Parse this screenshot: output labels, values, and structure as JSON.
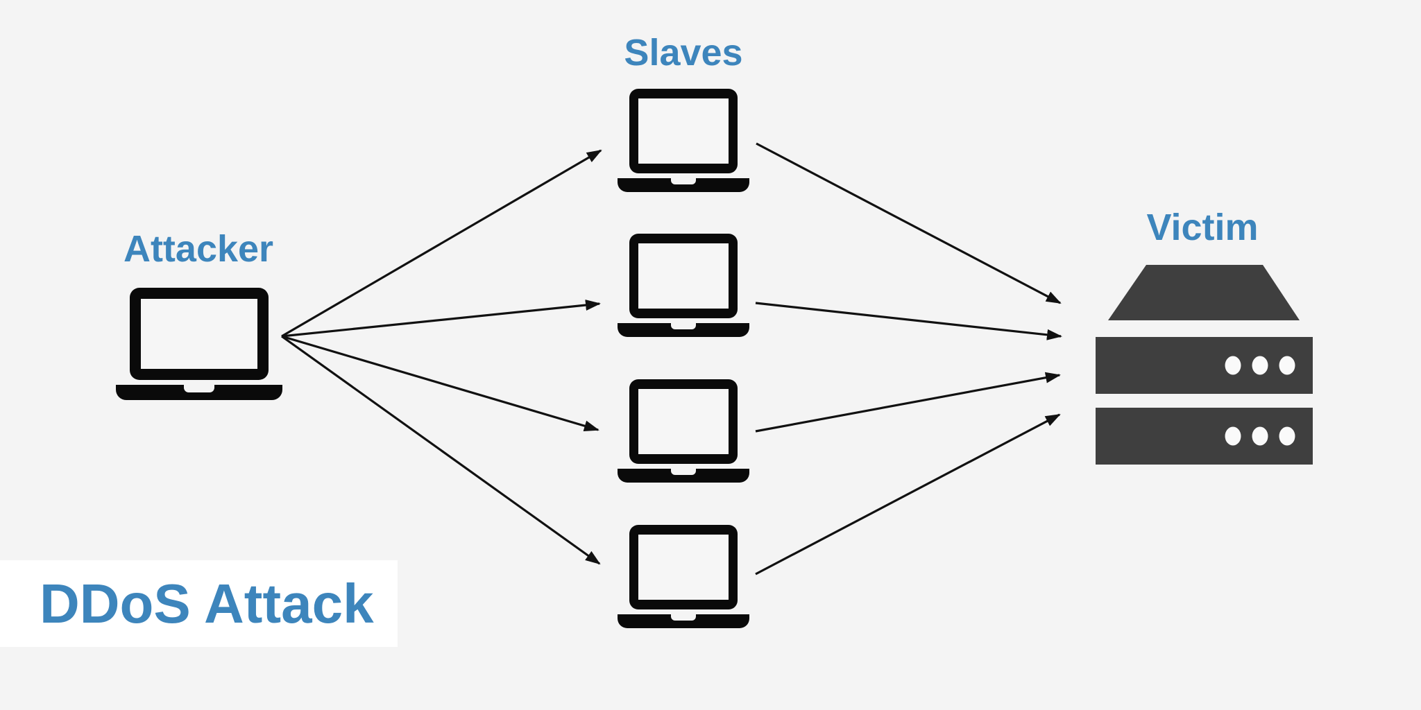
{
  "diagram": {
    "title": {
      "text": "DDoS Attack",
      "color": "#3d85bc",
      "box_color": "#ffffff"
    },
    "labels": {
      "attacker": "Attacker",
      "slaves": "Slaves",
      "victim": "Victim"
    },
    "colors": {
      "background": "#f4f4f4",
      "label_blue": "#3d85bc",
      "laptop_black": "#0a0a0a",
      "server_gray": "#3f3f3f",
      "arrow_black": "#111111",
      "server_dot_white": "#fafafa"
    },
    "icons": {
      "attacker": "laptop-icon",
      "slaves": "laptop-icon",
      "victim": "server-rack-icon"
    },
    "nodes": [
      {
        "id": "attacker",
        "label": "Attacker",
        "icon": "laptop-icon"
      },
      {
        "id": "slave-1",
        "icon": "laptop-icon"
      },
      {
        "id": "slave-2",
        "icon": "laptop-icon"
      },
      {
        "id": "slave-3",
        "icon": "laptop-icon"
      },
      {
        "id": "slave-4",
        "icon": "laptop-icon"
      },
      {
        "id": "victim",
        "label": "Victim",
        "icon": "server-rack-icon"
      }
    ],
    "slave_count": 4,
    "edges": [
      {
        "from": "attacker",
        "to": "slave-1"
      },
      {
        "from": "attacker",
        "to": "slave-2"
      },
      {
        "from": "attacker",
        "to": "slave-3"
      },
      {
        "from": "attacker",
        "to": "slave-4"
      },
      {
        "from": "slave-1",
        "to": "victim"
      },
      {
        "from": "slave-2",
        "to": "victim"
      },
      {
        "from": "slave-3",
        "to": "victim"
      },
      {
        "from": "slave-4",
        "to": "victim"
      }
    ]
  }
}
